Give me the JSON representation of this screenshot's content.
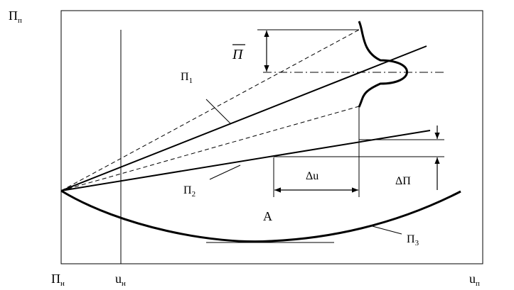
{
  "axes": {
    "y_axis_label": {
      "main": "П",
      "sub": "п"
    },
    "x_origin_label": {
      "main": "П",
      "sub": "н"
    },
    "x_marker_label": {
      "main": "u",
      "sub": "н"
    },
    "x_axis_label": {
      "main": "u",
      "sub": "п"
    }
  },
  "curves": {
    "p1": {
      "main": "П",
      "sub": "1"
    },
    "p2": {
      "main": "П",
      "sub": "2"
    },
    "p3": {
      "main": "П",
      "sub": "3"
    }
  },
  "annotations": {
    "mean_label": "П",
    "delta_u": "Δu",
    "delta_p": "ΔП",
    "point_a": "A"
  },
  "colors": {
    "ink": "#000000",
    "background": "#ffffff"
  }
}
